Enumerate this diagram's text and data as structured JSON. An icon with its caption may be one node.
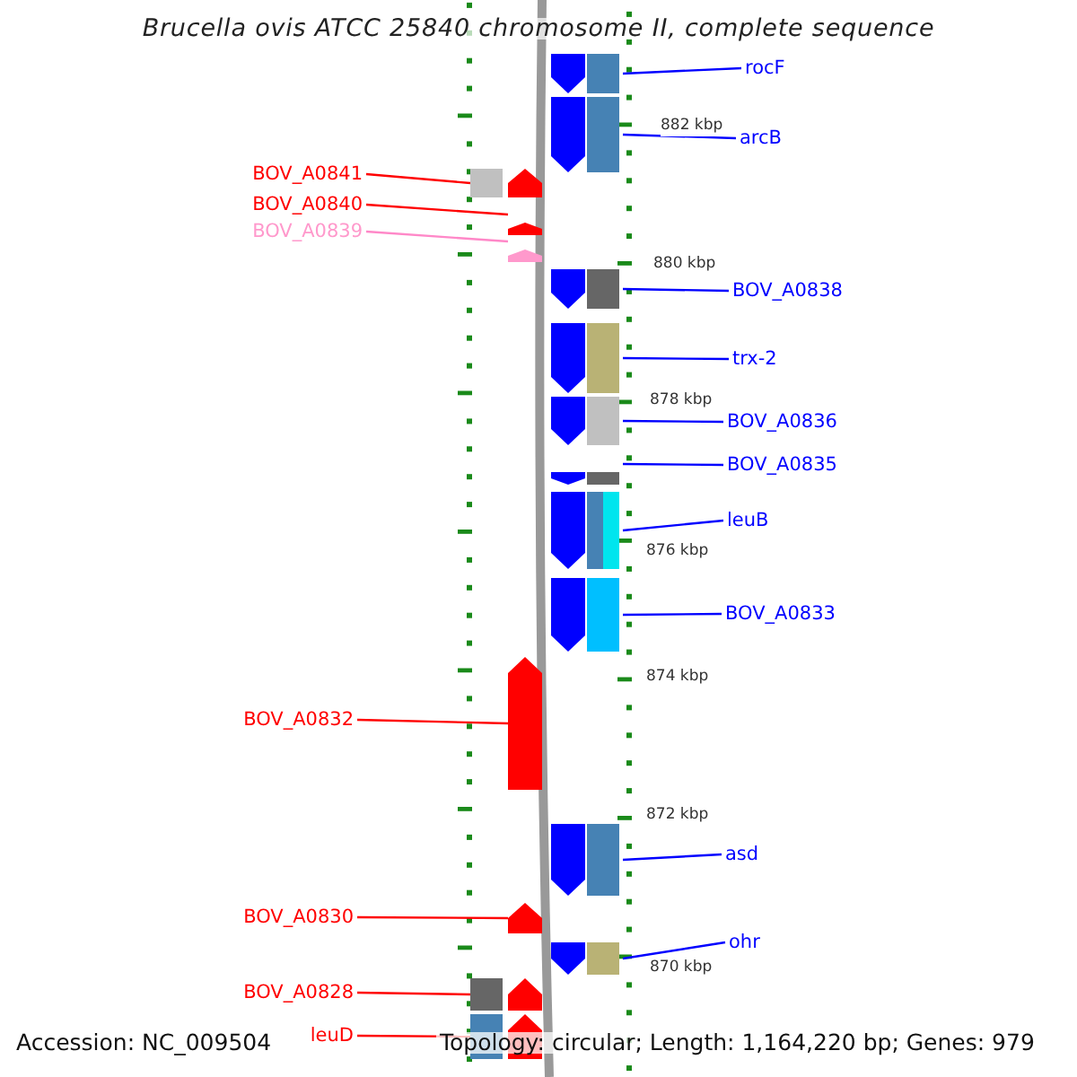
{
  "diagram": {
    "title": "Brucella ovis ATCC 25840 chromosome II, complete sequence",
    "nodes": [
      {
        "text": [
          "rocF"
        ]
      },
      {
        "text": [],
        "shape": "arrow"
      },
      {
        "text": [
          "arcB"
        ]
      },
      {
        "text": [],
        "shape": "arrow"
      },
      {
        "text": [
          "BOV_A0841"
        ]
      },
      {
        "text": [],
        "shape": "arrow"
      },
      {
        "text": [
          "BOV_A0840"
        ]
      },
      {
        "text": [],
        "shape": "arrow"
      },
      {
        "text": [
          "BOV_A0839"
        ]
      },
      {
        "text": [],
        "shape": "arrow"
      },
      {
        "text": [
          "BOV_A0838"
        ]
      },
      {
        "text": [],
        "shape": "arrow"
      },
      {
        "text": [
          "trx-2"
        ]
      },
      {
        "text": [],
        "shape": "arrow"
      },
      {
        "text": [
          "BOV_A0836"
        ]
      },
      {
        "text": [],
        "shape": "arrow"
      },
      {
        "text": [
          "BOV_A0835"
        ]
      },
      {
        "text": [],
        "shape": "arrow"
      },
      {
        "text": [
          "leuB"
        ]
      },
      {
        "text": [],
        "shape": "arrow"
      },
      {
        "text": [
          "BOV_A0833"
        ]
      },
      {
        "text": [],
        "shape": "arrow"
      },
      {
        "text": [
          "BOV_A0832"
        ]
      },
      {
        "text": [],
        "shape": "arrow"
      },
      {
        "text": [
          "asd"
        ]
      },
      {
        "text": [],
        "shape": "arrow"
      },
      {
        "text": [
          "BOV_A0830"
        ]
      },
      {
        "text": [],
        "shape": "arrow"
      },
      {
        "text": [
          "ohr"
        ]
      },
      {
        "text": [],
        "shape": "arrow"
      },
      {
        "text": [
          "BOV_A0828"
        ]
      },
      {
        "text": [],
        "shape": "arrow"
      },
      {
        "text": [
          "leuD"
        ]
      },
      {
        "text": [],
        "shape": "arrow"
      }
    ],
    "edges": [
      {
        "from": 0,
        "to": 1,
        "arrow": "none"
      },
      {
        "from": 2,
        "to": 3,
        "arrow": "none"
      },
      {
        "from": 4,
        "to": 5,
        "arrow": "none",
        "color": "#ff0000"
      },
      {
        "from": 6,
        "to": 7,
        "arrow": "none",
        "color": "#ff0000"
      },
      {
        "from": 8,
        "to": 9,
        "arrow": "none",
        "color": "#ff88c8"
      },
      {
        "from": 10,
        "to": 11,
        "arrow": "none"
      },
      {
        "from": 12,
        "to": 13,
        "arrow": "none"
      },
      {
        "from": 14,
        "to": 15,
        "arrow": "none"
      },
      {
        "from": 16,
        "to": 17,
        "arrow": "none"
      },
      {
        "from": 18,
        "to": 19,
        "arrow": "none"
      },
      {
        "from": 20,
        "to": 21,
        "arrow": "none"
      },
      {
        "from": 22,
        "to": 23,
        "arrow": "none",
        "color": "#ff0000"
      },
      {
        "from": 24,
        "to": 25,
        "arrow": "none"
      },
      {
        "from": 26,
        "to": 27,
        "arrow": "none",
        "color": "#ff0000"
      },
      {
        "from": 28,
        "to": 29,
        "arrow": "none"
      },
      {
        "from": 30,
        "to": 31,
        "arrow": "none",
        "color": "#ff0000"
      },
      {
        "from": 32,
        "to": 33,
        "arrow": "none",
        "color": "#ff0000"
      }
    ],
    "labels": [
      "882 kbp",
      "880 kbp",
      "878 kbp",
      "876 kbp",
      "874 kbp",
      "872 kbp",
      "870 kbp",
      "Accession: NC_009504",
      "Topology: circular; Length: 1,164,220 bp; Genes: 979"
    ]
  }
}
